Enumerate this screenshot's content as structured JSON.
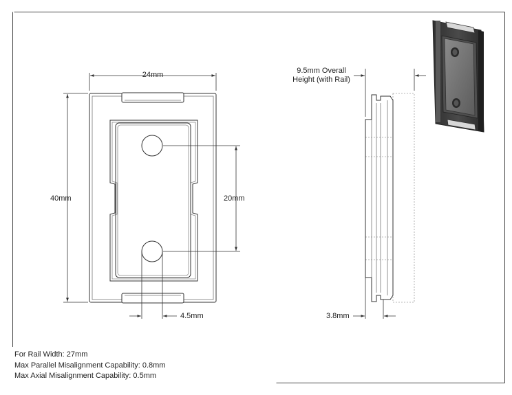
{
  "dimensions": {
    "width": "24mm",
    "height": "40mm",
    "hole_spacing": "20mm",
    "hole_diameter": "4.5mm",
    "overall_height_line1": "9.5mm Overall",
    "overall_height_line2": "Height (with Rail)",
    "thickness": "3.8mm"
  },
  "notes": [
    "For Rail Width: 27mm",
    "Max Parallel Misalignment Capability: 0.8mm",
    "Max Axial Misalignment Capability: 0.5mm"
  ],
  "colors": {
    "line": "#333333",
    "hidden_line": "#9a9a9a",
    "render_dark": "#3a3a3a",
    "render_mid": "#6b6b6b",
    "render_light": "#9c9c9c"
  }
}
